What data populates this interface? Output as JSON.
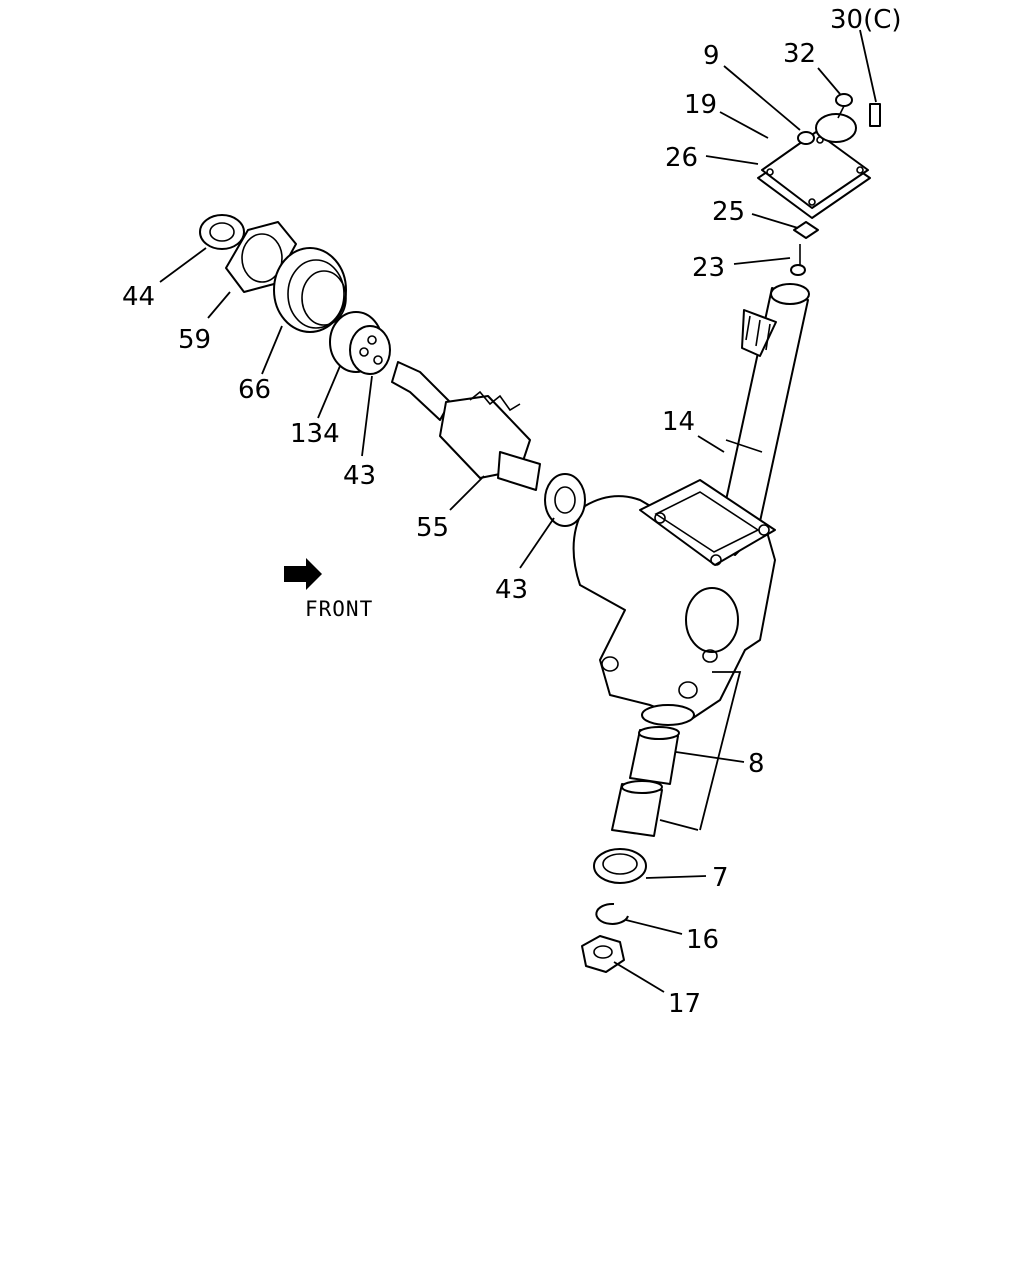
{
  "diagram": {
    "front_label": "FRONT",
    "callouts": [
      {
        "id": "30",
        "text": "30(C)"
      },
      {
        "id": "32",
        "text": "32"
      },
      {
        "id": "9",
        "text": "9"
      },
      {
        "id": "19",
        "text": "19"
      },
      {
        "id": "26",
        "text": "26"
      },
      {
        "id": "25",
        "text": "25"
      },
      {
        "id": "23",
        "text": "23"
      },
      {
        "id": "14",
        "text": "14"
      },
      {
        "id": "44",
        "text": "44"
      },
      {
        "id": "59",
        "text": "59"
      },
      {
        "id": "66",
        "text": "66"
      },
      {
        "id": "134",
        "text": "134"
      },
      {
        "id": "43a",
        "text": "43"
      },
      {
        "id": "55",
        "text": "55"
      },
      {
        "id": "43b",
        "text": "43"
      },
      {
        "id": "8",
        "text": "8"
      },
      {
        "id": "7",
        "text": "7"
      },
      {
        "id": "16",
        "text": "16"
      },
      {
        "id": "17",
        "text": "17"
      }
    ]
  }
}
